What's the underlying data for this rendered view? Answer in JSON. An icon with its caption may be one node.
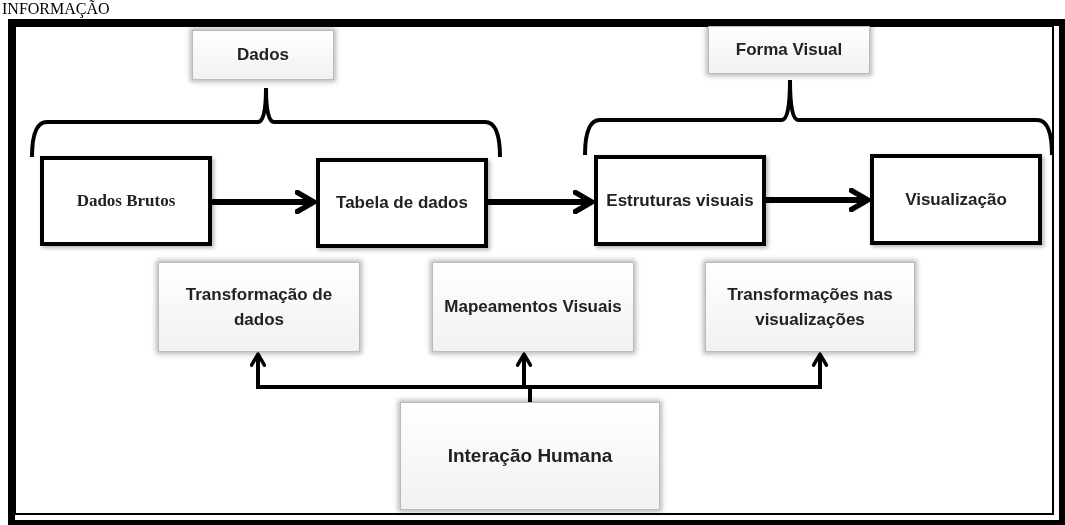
{
  "diagram": {
    "nodes": [
      {
        "text": [
          "Dados"
        ]
      },
      {
        "text": [
          "Forma Visual"
        ]
      },
      {
        "text": [
          "Dados Brutos"
        ]
      },
      {
        "text": [
          "Tabela de dados"
        ]
      },
      {
        "text": [
          "Estruturas visuais"
        ]
      },
      {
        "text": [
          "Visualização"
        ]
      },
      {
        "text": [
          "Transformação de dados"
        ]
      },
      {
        "text": [
          "Mapeamentos Visuais"
        ]
      },
      {
        "text": [
          "Transformações nas visualizações"
        ]
      },
      {
        "text": [
          "Interação Humana"
        ]
      }
    ],
    "edges": [
      {
        "from": 2,
        "to": 3,
        "arrow": "to"
      },
      {
        "from": 3,
        "to": 4,
        "arrow": "to"
      },
      {
        "from": 4,
        "to": 5,
        "arrow": "to"
      },
      {
        "from": 9,
        "to": 6,
        "arrow": "to"
      },
      {
        "from": 9,
        "to": 7,
        "arrow": "to"
      },
      {
        "from": 9,
        "to": 8,
        "arrow": "to"
      }
    ],
    "labels": [
      "INFORMAÇÃO"
    ]
  }
}
